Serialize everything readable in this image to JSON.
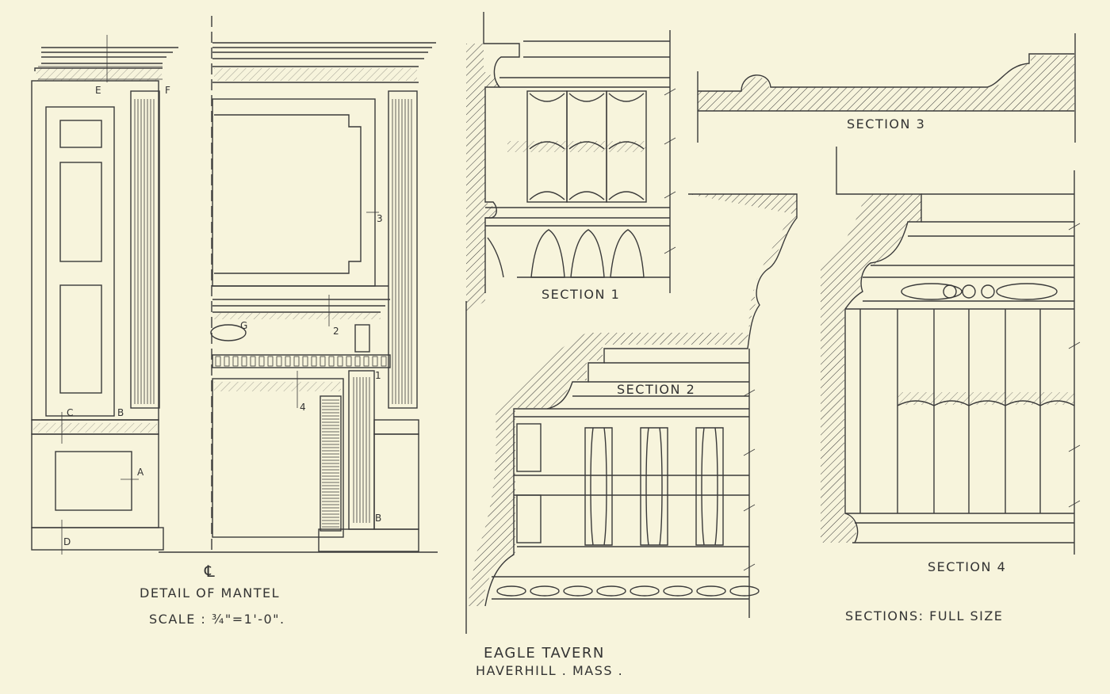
{
  "title": {
    "line1": "EAGLE TAVERN",
    "line2": "HAVERHILL . MASS ."
  },
  "mantel": {
    "caption": "DETAIL OF MANTEL",
    "scale": "SCALE : ¾\"=1'-0\".",
    "centerline_symbol": "℄",
    "markers": {
      "A": "A",
      "B": "B",
      "B2": "B",
      "C": "C",
      "D": "D",
      "E": "E",
      "F": "F",
      "G": "G",
      "n1": "1",
      "n2": "2",
      "n3": "3",
      "n4": "4"
    }
  },
  "sections": {
    "s1": "SECTION 1",
    "s2": "SECTION 2",
    "s3": "SECTION 3",
    "s4": "SECTION 4",
    "note": "SECTIONS: FULL SIZE"
  }
}
